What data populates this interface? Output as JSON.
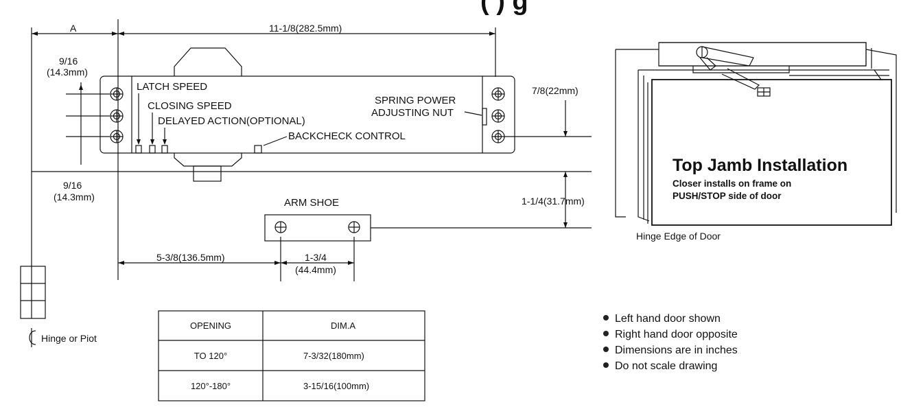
{
  "header_text": "(                    )            g",
  "dimensions": {
    "a": "A",
    "overall_length": "11-1/8(282.5mm)",
    "top_offset_in": "9/16",
    "top_offset_mm": "(14.3mm)",
    "bottom_offset_in": "9/16",
    "bottom_offset_mm": "(14.3mm)",
    "right_hole_offset": "7/8(22mm)",
    "arm_shoe_drop": "1-1/4(31.7mm)",
    "arm_shoe_offset": "5-3/8(136.5mm)",
    "arm_shoe_hole_spacing_in": "1-3/4",
    "arm_shoe_hole_spacing_mm": "(44.4mm)"
  },
  "labels": {
    "latch_speed": "LATCH SPEED",
    "closing_speed": "CLOSING SPEED",
    "delayed_action": "DELAYED ACTION(OPTIONAL)",
    "backcheck_control": "BACKCHECK CONTROL",
    "spring_power_1": "SPRING POWER",
    "spring_power_2": "ADJUSTING NUT",
    "arm_shoe": "ARM SHOE",
    "hinge_or_pivot": "Hinge or Piot"
  },
  "table": {
    "headers": [
      "OPENING",
      "DIM.A"
    ],
    "rows": [
      [
        "TO  120°",
        "7-3/32(180mm)"
      ],
      [
        "120°-180°",
        "3-15/16(100mm)"
      ]
    ]
  },
  "panel": {
    "title": "Top Jamb Installation",
    "subtitle_1": "Closer installs on frame on",
    "subtitle_2": "PUSH/STOP side of door",
    "caption": "Hinge Edge of Door"
  },
  "notes": [
    "Left hand door shown",
    "Right hand door opposite",
    "Dimensions are in inches",
    "Do not scale drawing"
  ]
}
